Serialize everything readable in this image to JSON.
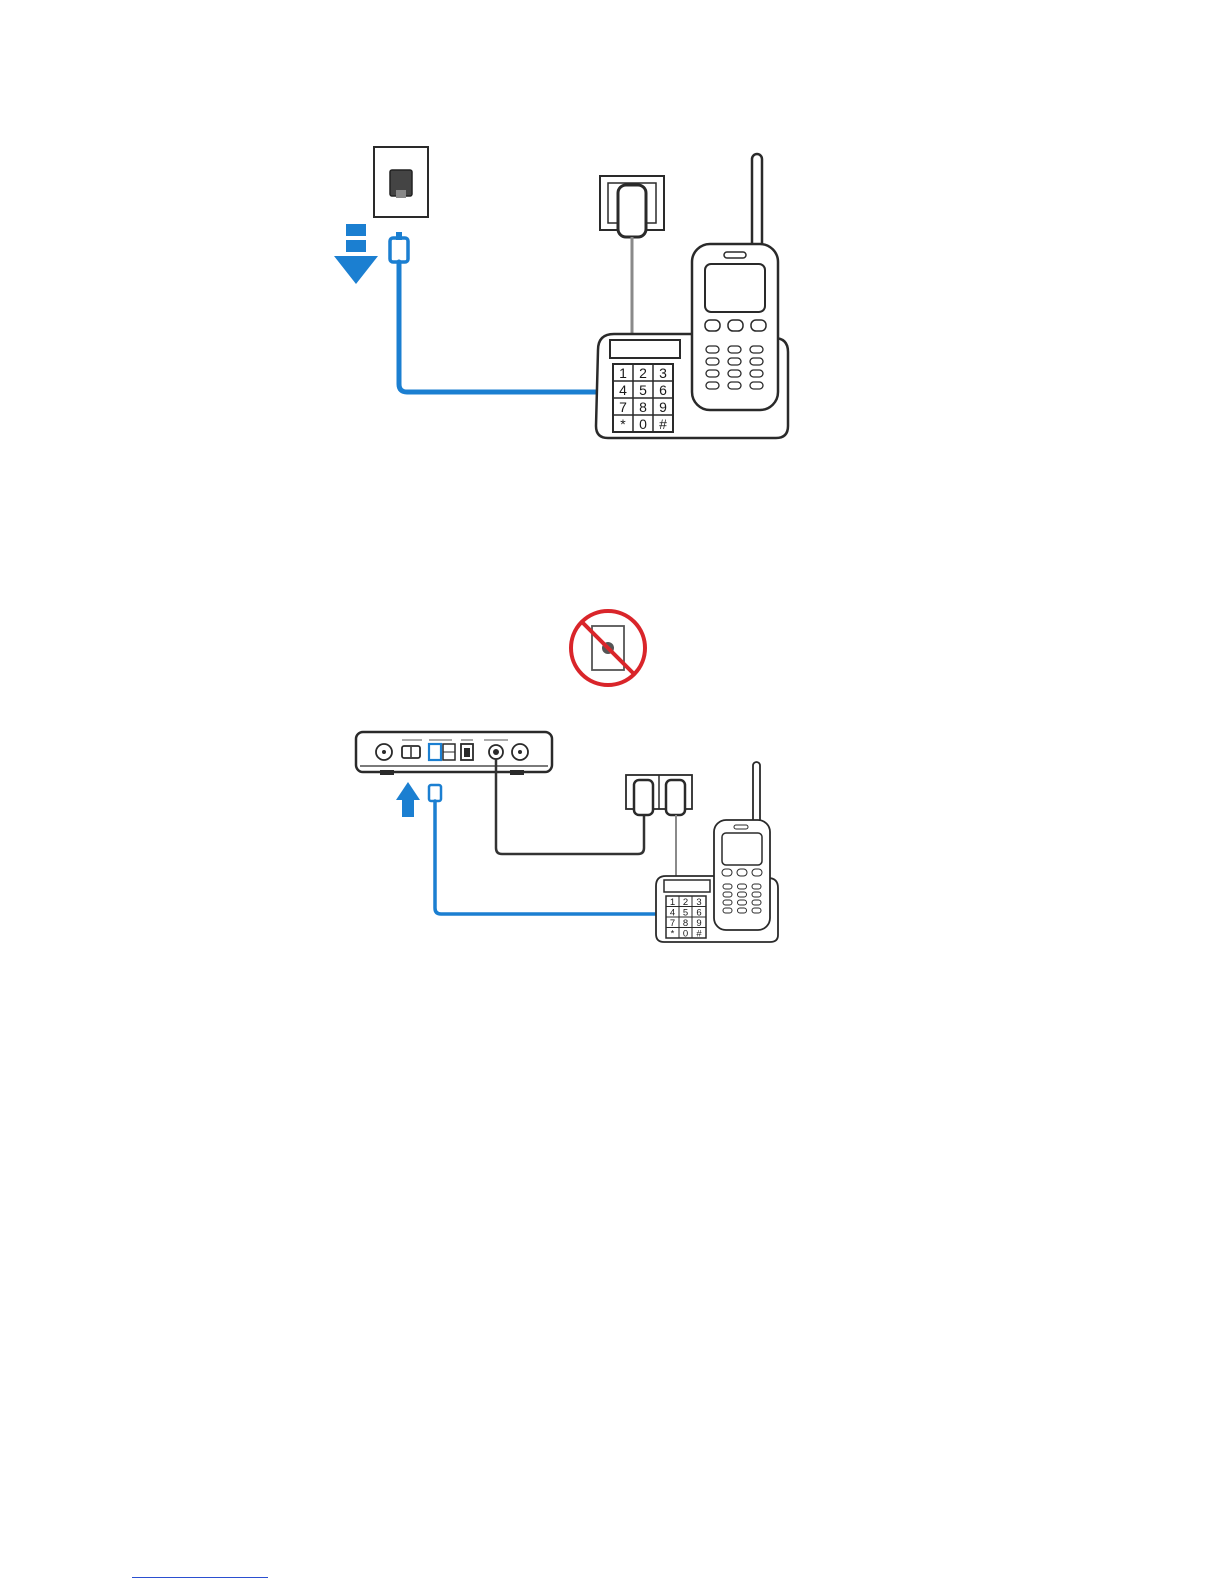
{
  "colors": {
    "cable_blue": "#1b7fd1",
    "arrow_blue": "#1b7fd1",
    "cable_dark": "#333333",
    "cable_gray": "#8a8a8a",
    "outline": "#2a2a2a",
    "prohibition_red": "#d9252a",
    "footnote_rule": "#2b4fd0"
  },
  "keypad_keys": [
    "1",
    "2",
    "3",
    "4",
    "5",
    "6",
    "7",
    "8",
    "9",
    "*",
    "0",
    "#"
  ],
  "icons": {
    "wall_jack": "phone-wall-jack-icon",
    "unplug_arrow": "down-arrow-icon",
    "plug_arrow": "up-arrow-icon",
    "prohibition": "no-wall-jack-icon",
    "power_outlet": "power-outlet-icon",
    "phone": "cordless-phone-icon",
    "modem": "modem-box-icon"
  }
}
